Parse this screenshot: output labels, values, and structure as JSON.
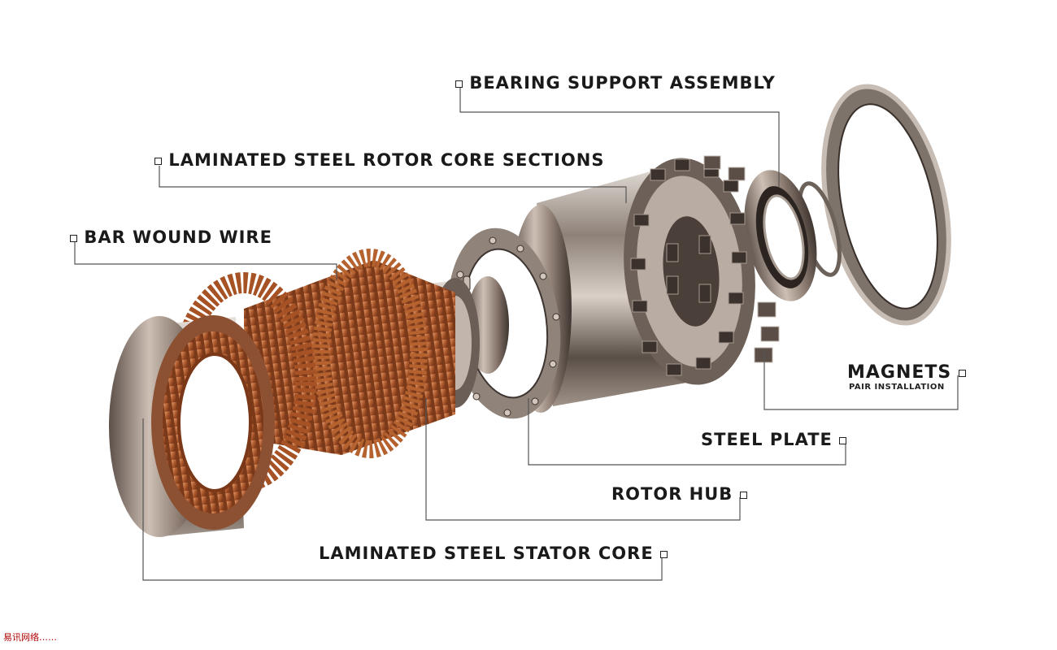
{
  "labels": {
    "bearing": "BEARING SUPPORT ASSEMBLY",
    "rotor_core": "LAMINATED STEEL ROTOR CORE SECTIONS",
    "bar_wire": "BAR WOUND WIRE",
    "magnets": "MAGNETS",
    "magnets_sub": "PAIR INSTALLATION",
    "steel_plate": "STEEL PLATE",
    "rotor_hub": "ROTOR HUB",
    "stator_core": "LAMINATED STEEL STATOR CORE"
  },
  "watermark": "易讯网络……",
  "colors": {
    "copper": "#b8663a",
    "steel": "#8a8078",
    "leader": "#555555",
    "watermark": "#b00000"
  }
}
